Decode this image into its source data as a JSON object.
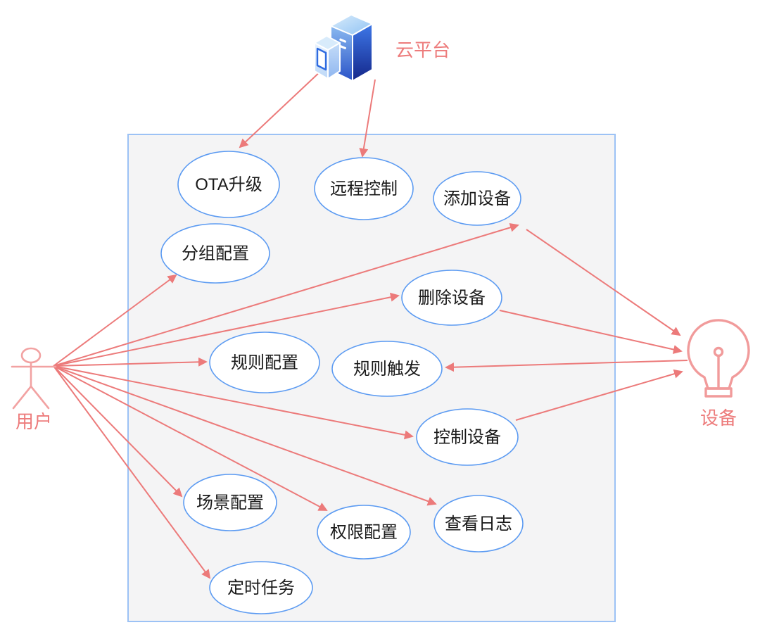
{
  "diagram_type": "uml-use-case-diagram",
  "colors": {
    "arrow": "#ec7a7a",
    "actor_outline": "#f2a2a2",
    "actor_label": "#ed7c7c",
    "node_stroke": "#5c9bf2",
    "node_fill": "#ffffff",
    "node_text": "#1a1a1a",
    "boundary_stroke": "#9cc2f5",
    "boundary_fill": "#f4f4f5",
    "server_blue_dark": "#14278a",
    "server_blue_light": "#8ab9f0"
  },
  "actors": [
    {
      "id": "cloud-platform",
      "label": "云平台",
      "icon": "server-icon"
    },
    {
      "id": "user",
      "label": "用户",
      "icon": "person-icon"
    },
    {
      "id": "device",
      "label": "设备",
      "icon": "lightbulb-icon"
    }
  ],
  "usecases": [
    {
      "id": "ota-upgrade",
      "label": "OTA升级"
    },
    {
      "id": "remote-control",
      "label": "远程控制"
    },
    {
      "id": "add-device",
      "label": "添加设备"
    },
    {
      "id": "group-config",
      "label": "分组配置"
    },
    {
      "id": "delete-device",
      "label": "删除设备"
    },
    {
      "id": "rule-config",
      "label": "规则配置"
    },
    {
      "id": "rule-trigger",
      "label": "规则触发"
    },
    {
      "id": "control-device",
      "label": "控制设备"
    },
    {
      "id": "scene-config",
      "label": "场景配置"
    },
    {
      "id": "permission-config",
      "label": "权限配置"
    },
    {
      "id": "view-logs",
      "label": "查看日志"
    },
    {
      "id": "scheduled-tasks",
      "label": "定时任务"
    }
  ],
  "edges": [
    {
      "from": "cloud-platform",
      "to": "ota-upgrade"
    },
    {
      "from": "cloud-platform",
      "to": "remote-control"
    },
    {
      "from": "user",
      "to": "group-config"
    },
    {
      "from": "user",
      "to": "add-device"
    },
    {
      "from": "user",
      "to": "delete-device"
    },
    {
      "from": "user",
      "to": "rule-config"
    },
    {
      "from": "user",
      "to": "control-device"
    },
    {
      "from": "user",
      "to": "scene-config"
    },
    {
      "from": "user",
      "to": "permission-config"
    },
    {
      "from": "user",
      "to": "view-logs"
    },
    {
      "from": "user",
      "to": "scheduled-tasks"
    },
    {
      "from": "add-device",
      "to": "device"
    },
    {
      "from": "delete-device",
      "to": "device"
    },
    {
      "from": "device",
      "to": "rule-trigger"
    },
    {
      "from": "control-device",
      "to": "device"
    }
  ]
}
